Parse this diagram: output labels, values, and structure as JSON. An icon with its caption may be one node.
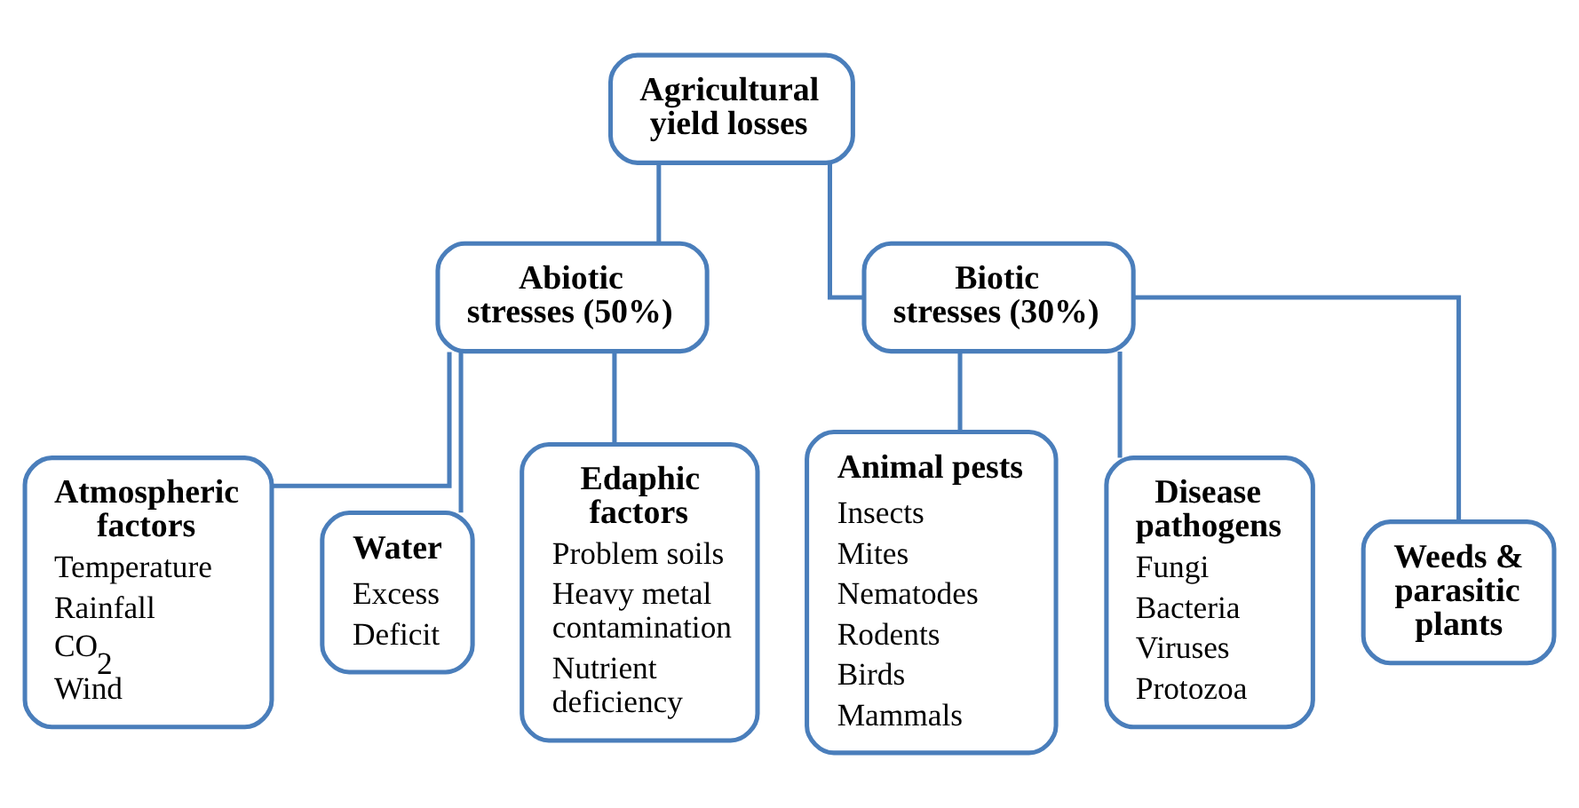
{
  "diagram": {
    "nodes": [
      {
        "text": [
          "Agricultural yield losses"
        ]
      },
      {
        "text": [
          "Abiotic stresses (50%)"
        ]
      },
      {
        "text": [
          "Biotic stresses (30%)"
        ]
      },
      {
        "text": [
          "Atmospheric factors",
          "Temperature",
          "Rainfall",
          "CO$_{2}$",
          "Wind"
        ]
      },
      {
        "text": [
          "Water",
          "Excess",
          "Deficit"
        ]
      },
      {
        "text": [
          "Edaphic factors",
          "Problem soils",
          "Heavy metal contamination",
          "Nutrient deficiency"
        ]
      },
      {
        "text": [
          "Animal pests",
          "Insects",
          "Mites",
          "Nematodes",
          "Rodents",
          "Birds",
          "Mammals"
        ]
      },
      {
        "text": [
          "Disease pathogens",
          "Fungi",
          "Bacteria",
          "Viruses",
          "Protozoa"
        ]
      },
      {
        "text": [
          "Weeds & parasitic plants"
        ]
      }
    ],
    "edges": [
      {
        "from": 0,
        "to": 1,
        "arrow": "none"
      },
      {
        "from": 0,
        "to": 2,
        "arrow": "none"
      },
      {
        "from": 1,
        "to": 3,
        "arrow": "none"
      },
      {
        "from": 1,
        "to": 4,
        "arrow": "none"
      },
      {
        "from": 1,
        "to": 5,
        "arrow": "none"
      },
      {
        "from": 2,
        "to": 6,
        "arrow": "none"
      },
      {
        "from": 2,
        "to": 7,
        "arrow": "none"
      },
      {
        "from": 2,
        "to": 8,
        "arrow": "none"
      }
    ]
  }
}
